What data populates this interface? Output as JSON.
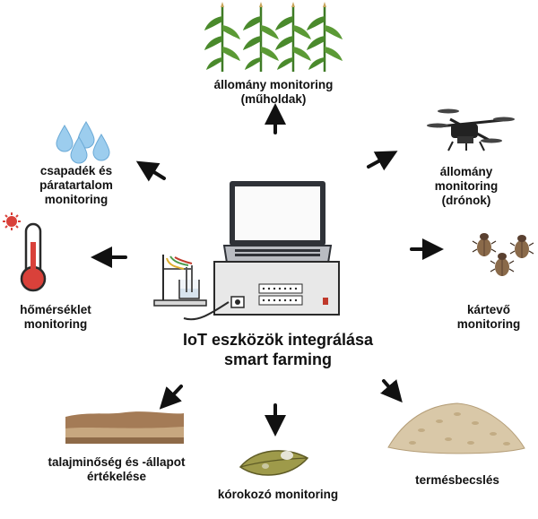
{
  "center": {
    "line1": "IoT eszközök integrálása",
    "line2": "smart farming"
  },
  "nodes": {
    "satellite": {
      "line1": "állomány monitoring",
      "line2": "(műholdak)",
      "icon": "corn-plants-icon"
    },
    "rain": {
      "line1": "csapadék és",
      "line2": "páratartalom",
      "line3": "monitoring",
      "icon": "water-drops-icon"
    },
    "drone": {
      "line1": "állomány",
      "line2": "monitoring",
      "line3": "(drónok)",
      "icon": "drone-icon"
    },
    "temperature": {
      "line1": "hőmérséklet",
      "line2": "monitoring",
      "icon": "thermometer-icon"
    },
    "pest": {
      "line1": "kártevő",
      "line2": "monitoring",
      "icon": "beetles-icon"
    },
    "soil": {
      "line1": "talajminőség és -állapot",
      "line2": "értékelése",
      "icon": "soil-layer-icon"
    },
    "pathogen": {
      "line1": "kórokozó monitoring",
      "icon": "leaf-icon"
    },
    "yield": {
      "line1": "termésbecslés",
      "icon": "grain-pile-icon"
    }
  },
  "colors": {
    "arrow": "#111111",
    "plant": "#4a8a2c",
    "water": "#8fc6ea",
    "thermo": "#d9413a",
    "instrument": "#e8e8e8",
    "laptop": "#2f3238"
  }
}
